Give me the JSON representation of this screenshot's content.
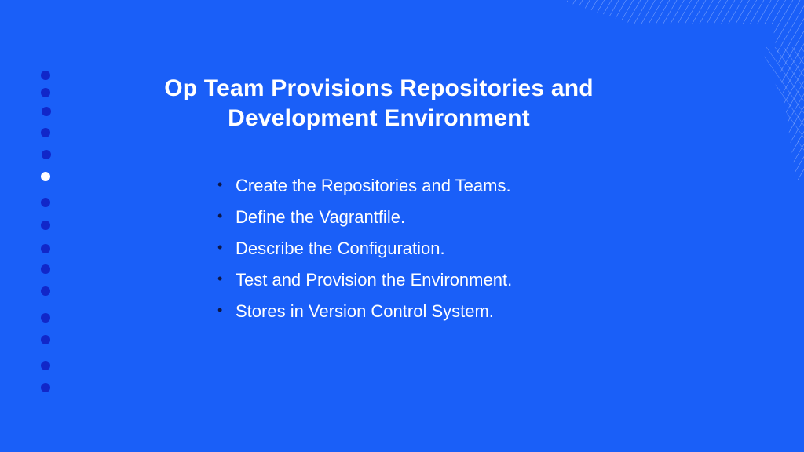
{
  "slide": {
    "title_line1": "Op Team Provisions Repositories and",
    "title_line2": "Development Environment",
    "bullets": [
      "Create the Repositories and Teams.",
      "Define the Vagrantfile.",
      "Describe the Configuration.",
      "Test and Provision the Environment.",
      "Stores in Version Control System."
    ],
    "bullet_glyph": "•"
  },
  "navigation": {
    "dot_count": 15,
    "active_index": 5
  },
  "colors": {
    "background": "#1a5ff8",
    "dot": "#1127c9",
    "dot_active": "#ffffff",
    "text": "#ffffff",
    "bullet": "#0d1646"
  },
  "decoration": {
    "corner_pattern": "hatched-lines-pattern"
  }
}
